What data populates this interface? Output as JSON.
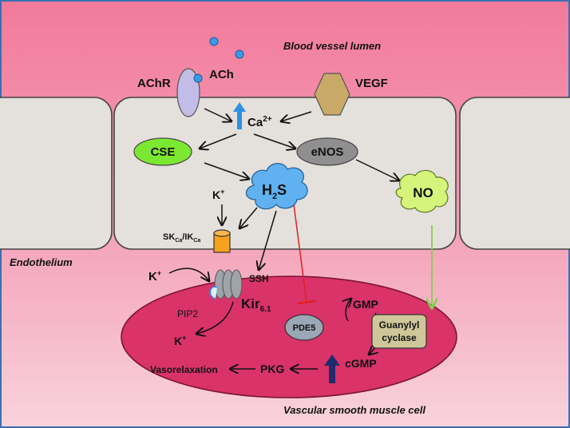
{
  "regions": {
    "lumen": "Blood vessel lumen",
    "endothelium": "Endothelium",
    "smooth_muscle": "Vascular  smooth muscle cell"
  },
  "molecules": {
    "ach": "ACh",
    "achr": "AChR",
    "vegf": "VEGF",
    "ca_base": "Ca",
    "ca_sup": "2+",
    "cse": "CSE",
    "enos": "eNOS",
    "h2s_h": "H",
    "h2s_sub": "2",
    "h2s_s": "S",
    "no": "NO",
    "k_ion_top": "K",
    "k_ion_top_sup": "+",
    "sk_main": "SK",
    "sk_sub": "Ca",
    "ik_main": "/IK",
    "ik_sub": "Ca",
    "k_ion_left": "K",
    "k_ion_left_sup": "+",
    "ssh": "SSH",
    "kir_main": "Kir",
    "kir_sub": "6.1",
    "pip2": "PIP2",
    "k_ion_out": "K",
    "k_ion_out_sup": "+",
    "pde5": "PDE5",
    "gmp": "GMP",
    "guanylyl_1": "Guanylyl",
    "guanylyl_2": "cyclase",
    "vasorelax": "Vasorelaxation",
    "pkg": "PKG",
    "cgmp": "cGMP"
  },
  "colors": {
    "lumen_top": "#f27a9a",
    "lumen_bottom": "#f9d3dc",
    "cell_fill": "#e4e0db",
    "muscle_fill": "#d9336a",
    "muscle_edge": "#7a1534",
    "cse_fill": "#7de832",
    "enos_fill": "#8f8f8f",
    "h2s_fill": "#5fb2ef",
    "no_fill": "#d4f57a",
    "vegf_fill": "#c8a968",
    "achr_fill": "#c1bde6",
    "ca_arrow": "#2e8fe6",
    "cgmp_arrow": "#1f2b6b",
    "inhibit_line": "#e02020",
    "no_line": "#7fd34a",
    "channel_fill": "#f6a21c",
    "kir_fill": "#9ea4aa",
    "guanylyl_fill": "#cfc79a",
    "pde5_fill": "#9aa7b5"
  }
}
